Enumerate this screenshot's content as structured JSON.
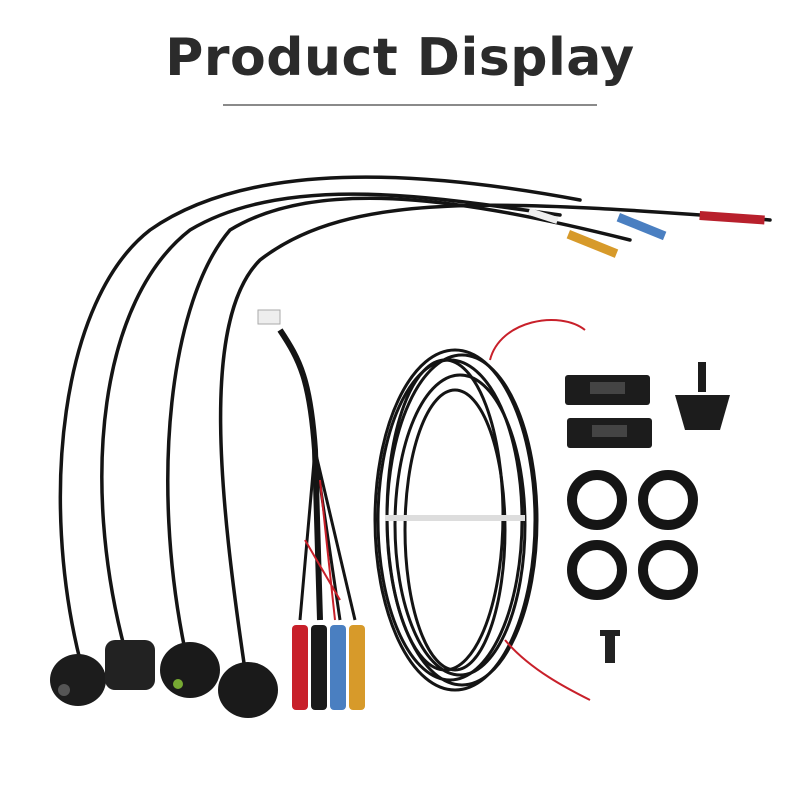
{
  "header": {
    "title": "Product Display"
  },
  "colors": {
    "title": "#2b2b2b",
    "divider": "#8a8a8a",
    "cable": "#141414",
    "red": "#c8202a",
    "blue": "#4a7fc1",
    "yellow": "#d79a2a"
  },
  "photo": {
    "items": [
      "camera",
      "camera",
      "camera",
      "camera",
      "wiring-harness",
      "extension-cable-bundle",
      "mounting-bracket",
      "mounting-bracket",
      "hole-saw",
      "rubber-o-ring",
      "rubber-o-ring",
      "rubber-o-ring",
      "rubber-o-ring",
      "screw"
    ]
  }
}
